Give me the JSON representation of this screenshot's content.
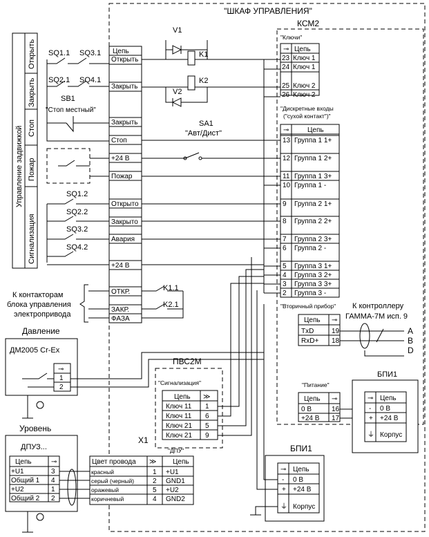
{
  "cabinet_title": "\"ШКАФ УПРАВЛЕНИЯ\"",
  "ksm": {
    "name": "КСМ2",
    "keys_title": "\"Ключи\"",
    "col_chain": "Цепь",
    "key_rows": [
      {
        "num": "23",
        "label": "Ключ 1"
      },
      {
        "num": "24",
        "label": "Ключ 1"
      },
      {
        "num": "25",
        "label": "Ключ 2"
      },
      {
        "num": "26",
        "label": "Ключ 2"
      }
    ],
    "inputs_title_1": "\"Дискретные входы",
    "inputs_title_2": "(\"сухой контакт\")\"",
    "input_rows": [
      {
        "num": "13",
        "label": "Группа 1 1+"
      },
      {
        "num": "12",
        "label": "Группа 1 2+"
      },
      {
        "num": "11",
        "label": "Группа 1 3+"
      },
      {
        "num": "10",
        "label": "Группа 1 -"
      },
      {
        "num": "9",
        "label": "Группа 2 1+"
      },
      {
        "num": "8",
        "label": "Группа 2 2+"
      },
      {
        "num": "7",
        "label": "Группа 2 3+"
      },
      {
        "num": "6",
        "label": "Группа 2 -"
      },
      {
        "num": "5",
        "label": "Группа 3 1+"
      },
      {
        "num": "4",
        "label": "Группа 3 2+"
      },
      {
        "num": "3",
        "label": "Группа 3 3+"
      },
      {
        "num": "2",
        "label": "Группа 3 -"
      }
    ],
    "secondary_title": "\"Вторичный прибор\"",
    "secondary_rows": [
      {
        "label": "TxD",
        "num": "19"
      },
      {
        "label": "RxD+",
        "num": "18"
      }
    ],
    "power_title": "\"Питание\"",
    "power_rows": [
      {
        "label": "0 В",
        "num": "16"
      },
      {
        "label": "+24 В",
        "num": "17"
      }
    ]
  },
  "left_block": {
    "header": "Цепь",
    "rows": [
      "Открыть",
      "Закрыть",
      "Закрыть",
      "Стоп",
      "+24 В",
      "Пожар",
      "Открыто",
      "Закрыто",
      "Авария",
      "+24 В",
      "ОТКР.",
      "ЗАКР.",
      "ФАЗА"
    ]
  },
  "side_labels": {
    "main": "Управление задвижкой",
    "signal": "Сигнализация",
    "open": "Открыть",
    "close": "Закрыть",
    "stop": "Стоп",
    "fire": "Пожар"
  },
  "switches": {
    "sq11": "SQ1.1",
    "sq31": "SQ3.1",
    "sq21": "SQ2.1",
    "sq41": "SQ4.1",
    "sb1": "SB1",
    "stop_local": "\"Стоп местный\"",
    "sq12": "SQ1.2",
    "sq22": "SQ2.2",
    "sq32": "SQ3.2",
    "sq42": "SQ4.2",
    "v1": "V1",
    "v2": "V2",
    "k1": "K1",
    "k2": "K2",
    "sa1": "SA1",
    "sa1_mode": "\"Авт/Дист\"",
    "k11": "K1.1",
    "k21": "K2.1"
  },
  "contactors_note": [
    "К контакторам",
    "блока управления",
    "электропривода"
  ],
  "controller_note": [
    "К контроллеру",
    "ГАММА-7М исп. 9"
  ],
  "abd": [
    "A",
    "B",
    "D"
  ],
  "pressure": {
    "title": "Давление",
    "device": "ДМ2005 Cr-Ex",
    "pins": [
      "1",
      "2"
    ]
  },
  "pvs": {
    "name": "ПВС2М",
    "sig_title": "\"Сигнализация\"",
    "col_chain": "Цепь",
    "rows": [
      {
        "label": "Ключ 11",
        "num": "1"
      },
      {
        "label": "Ключ 11",
        "num": "6"
      },
      {
        "label": "Ключ 21",
        "num": "5"
      },
      {
        "label": "Ключ 21",
        "num": "9"
      }
    ]
  },
  "level": {
    "title": "Уровень",
    "device": "ДПУЗ...",
    "col_chain": "Цепь",
    "rows": [
      {
        "label": "+U1",
        "num": "3"
      },
      {
        "label": "Общий 1",
        "num": "4"
      },
      {
        "label": "+U2",
        "num": "1"
      },
      {
        "label": "Общий 2",
        "num": "2"
      }
    ]
  },
  "x1": {
    "name": "X1",
    "dpu_title": "\"ДПУ\"",
    "col_color": "Цвет провода",
    "col_chain": "Цепь",
    "rows": [
      {
        "color": "красный",
        "num": "1",
        "chain": "+U1"
      },
      {
        "color": "серый (черный)",
        "num": "2",
        "chain": "GND1"
      },
      {
        "color": "оражевый",
        "num": "5",
        "chain": "+U2"
      },
      {
        "color": "коричневый",
        "num": "4",
        "chain": "GND2"
      }
    ]
  },
  "bpi_right": {
    "name": "БПИ1",
    "col_chain": "Цепь",
    "rows": [
      {
        "sym": "-",
        "label": "0 В"
      },
      {
        "sym": "+",
        "label": "+24 В"
      },
      {
        "sym": "⏚",
        "label": "Корпус"
      }
    ]
  },
  "bpi_bottom": {
    "name": "БПИ1",
    "col_chain": "Цепь",
    "rows": [
      {
        "sym": "-",
        "label": "0 В"
      },
      {
        "sym": "+",
        "label": "+24 В"
      },
      {
        "sym": "⏚",
        "label": "Корпус"
      }
    ]
  }
}
